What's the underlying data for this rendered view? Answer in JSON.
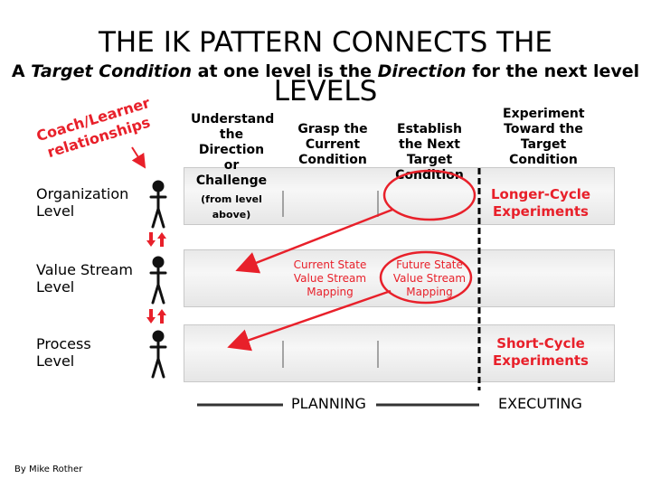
{
  "title": {
    "line1": "THE IK PATTERN CONNECTS THE",
    "line2": "LEVELS"
  },
  "subtitle": {
    "part1": "A ",
    "italic1": "Target Condition",
    "part2": " at one level is the ",
    "italic2": "Direction",
    "part3": " for the next level"
  },
  "coach_learner": {
    "line1": "Coach/Learner",
    "line2": "relationships"
  },
  "columns": [
    {
      "label": "Understand the Direction or Challenge",
      "sub": "(from level above)"
    },
    {
      "label": "Grasp the Current Condition"
    },
    {
      "label": "Establish the Next Target Condition"
    },
    {
      "label": "Experiment Toward the Target Condition"
    }
  ],
  "rows": [
    {
      "label": "Organization Level",
      "experiment": "Longer-Cycle Experiments"
    },
    {
      "label": "Value Stream Level"
    },
    {
      "label": "Process Level",
      "experiment": "Short-Cycle Experiments"
    }
  ],
  "vsm": {
    "current": "Current State Value Stream Mapping",
    "future": "Future State Value Stream Mapping"
  },
  "footer": {
    "planning": "PLANNING",
    "executing": "EXECUTING"
  },
  "credit": "By Mike Rother",
  "colors": {
    "accent": "#e8202a",
    "band": "#ededed",
    "text": "#000000"
  }
}
